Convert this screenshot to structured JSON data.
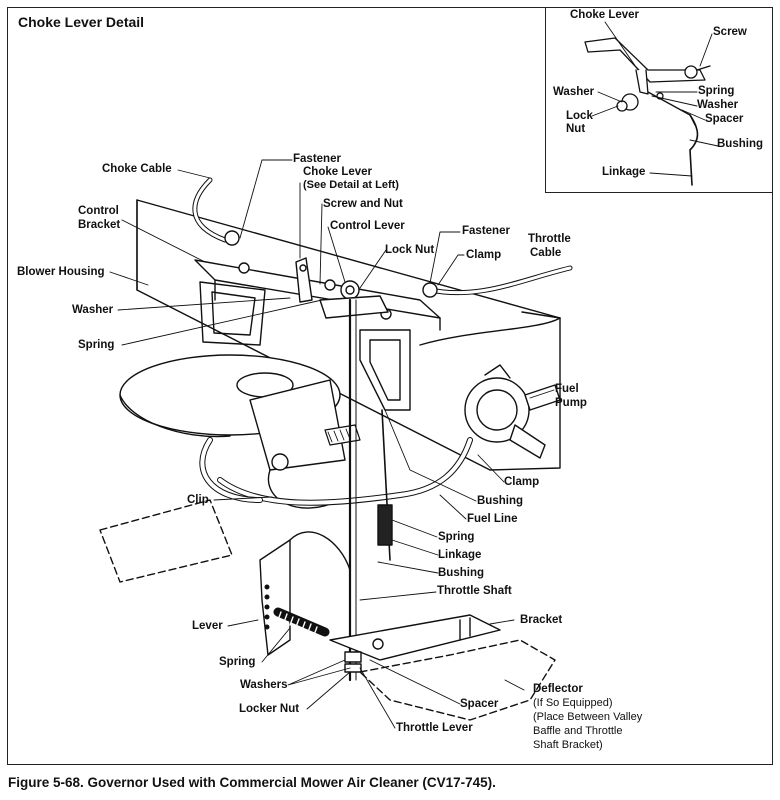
{
  "title": "Choke Lever Detail",
  "caption": "Figure 5-68. Governor Used with Commercial Mower Air Cleaner (CV17-745).",
  "inset_labels": {
    "choke_lever": "Choke Lever",
    "screw": "Screw",
    "washer": "Washer",
    "spring": "Spring",
    "washer2": "Washer",
    "lock_nut_1": "Lock",
    "lock_nut_2": "Nut",
    "spacer": "Spacer",
    "bushing": "Bushing",
    "linkage": "Linkage"
  },
  "labels": {
    "choke_cable": "Choke Cable",
    "fastener_top": "Fastener",
    "choke_lever_1": "Choke Lever",
    "choke_lever_2": "(See Detail at Left)",
    "control_bracket_1": "Control",
    "control_bracket_2": "Bracket",
    "screw_and_nut": "Screw and Nut",
    "control_lever": "Control Lever",
    "fastener_right": "Fastener",
    "throttle_cable_1": "Throttle",
    "throttle_cable_2": "Cable",
    "lock_nut": "Lock Nut",
    "clamp_top": "Clamp",
    "blower_housing": "Blower Housing",
    "washer": "Washer",
    "spring_left": "Spring",
    "fuel_pump_1": "Fuel",
    "fuel_pump_2": "Pump",
    "clamp_mid": "Clamp",
    "clip": "Clip",
    "bushing_mid": "Bushing",
    "fuel_line": "Fuel Line",
    "spring_mid": "Spring",
    "linkage": "Linkage",
    "bushing_low": "Bushing",
    "throttle_shaft": "Throttle Shaft",
    "bracket": "Bracket",
    "lever": "Lever",
    "spring_low": "Spring",
    "washers": "Washers",
    "deflector": "Deflector",
    "deflector_note_1": "(If So Equipped)",
    "deflector_note_2": "(Place Between Valley",
    "deflector_note_3": "Baffle and Throttle",
    "deflector_note_4": "Shaft Bracket)",
    "spacer": "Spacer",
    "locker_nut": "Locker Nut",
    "throttle_lever": "Throttle Lever"
  }
}
